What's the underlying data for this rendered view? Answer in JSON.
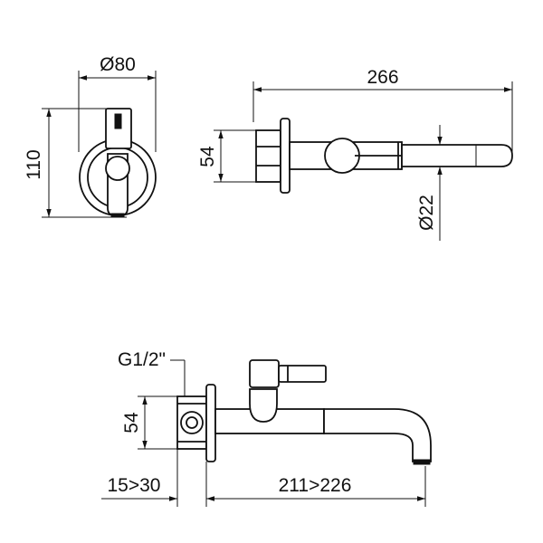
{
  "front_view": {
    "width_label": "Ø80",
    "height_label": "110"
  },
  "top_view": {
    "length_label": "266",
    "flange_label": "54",
    "spout_diameter_label": "Ø22"
  },
  "side_view": {
    "thread_label": "G1/2\"",
    "flange_label": "54",
    "wall_depth_label": "15>30",
    "projection_label": "211>226"
  }
}
